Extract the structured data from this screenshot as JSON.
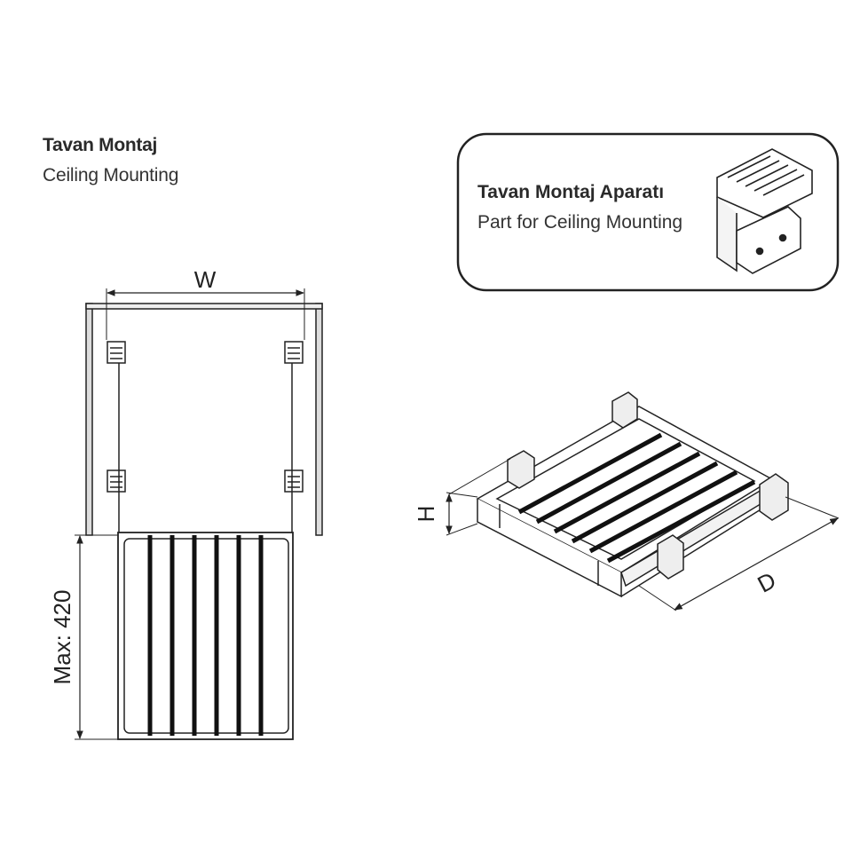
{
  "left_panel": {
    "title_tr": "Tavan Montaj",
    "title_en": "Ceiling Mounting",
    "dimension_width": "W",
    "dimension_max": "Max: 420"
  },
  "callout": {
    "title_tr": "Tavan Montaj Aparatı",
    "title_en": "Part for Ceiling Mounting"
  },
  "iso_view": {
    "dimension_height": "H",
    "dimension_depth": "D"
  },
  "colors": {
    "line": "#222222",
    "rod": "#111111",
    "background": "#ffffff"
  }
}
